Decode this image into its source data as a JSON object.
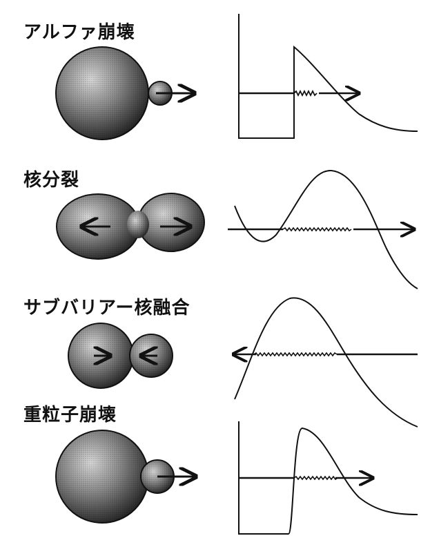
{
  "panels": [
    {
      "label": "アルファ崩壊"
    },
    {
      "label": "核分裂"
    },
    {
      "label": "サブバリアー核融合"
    },
    {
      "label": "重粒子崩壊"
    }
  ],
  "colors": {
    "ink": "#111111",
    "sphere_light": "#cfcfcf",
    "sphere_dark": "#2a2a2a"
  }
}
